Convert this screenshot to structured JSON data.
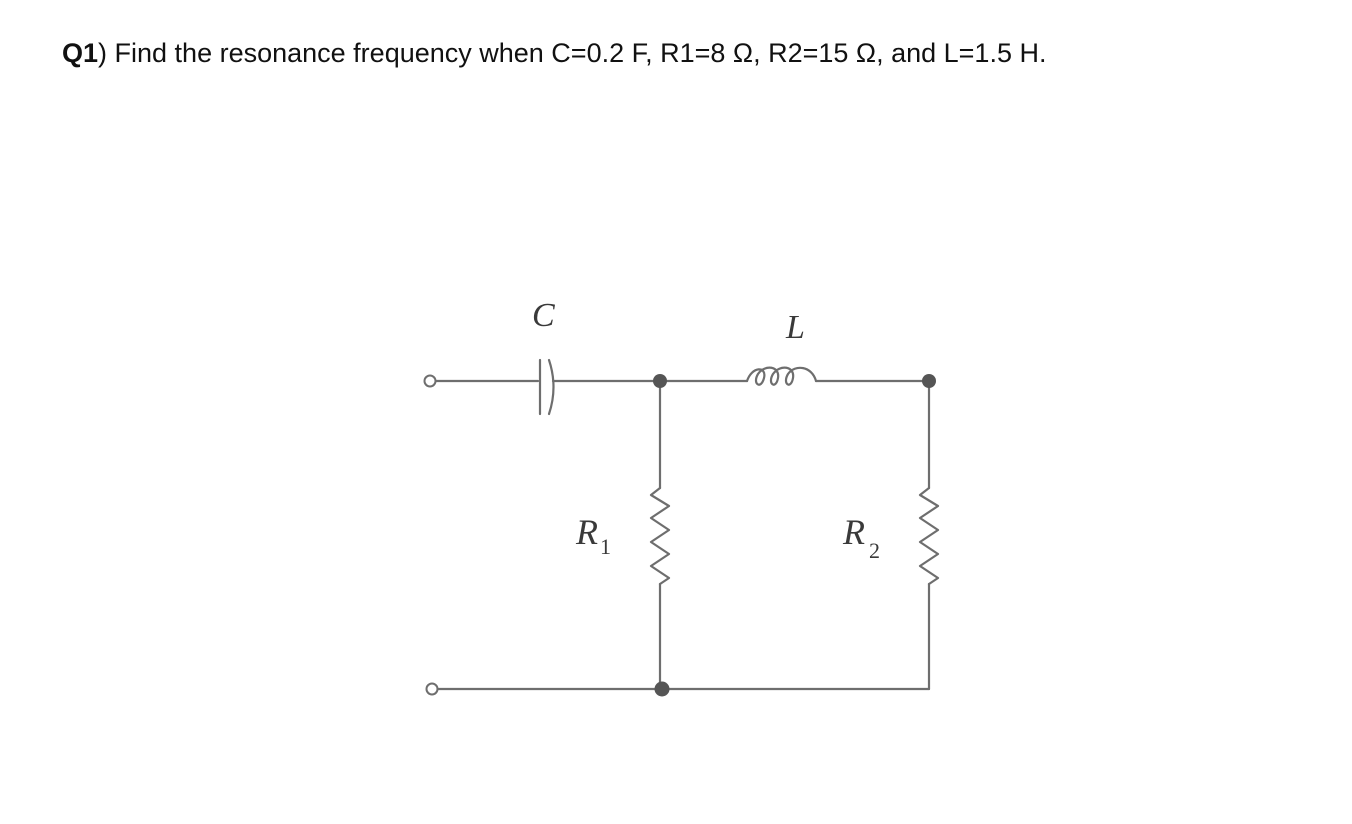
{
  "question": {
    "number": "Q1",
    "paren": ")",
    "text": " Find the resonance frequency when C=0.2 F, R1=8 Ω, R2=15 Ω, and L=1.5 H."
  },
  "circuit": {
    "labels": {
      "capacitor": "C",
      "inductor": "L",
      "r1_letter": "R",
      "r1_sub": "1",
      "r2_letter": "R",
      "r2_sub": "2"
    },
    "colors": {
      "wire": "#6e6e6e",
      "node": "#555555",
      "label": "#3a3a3a"
    }
  }
}
